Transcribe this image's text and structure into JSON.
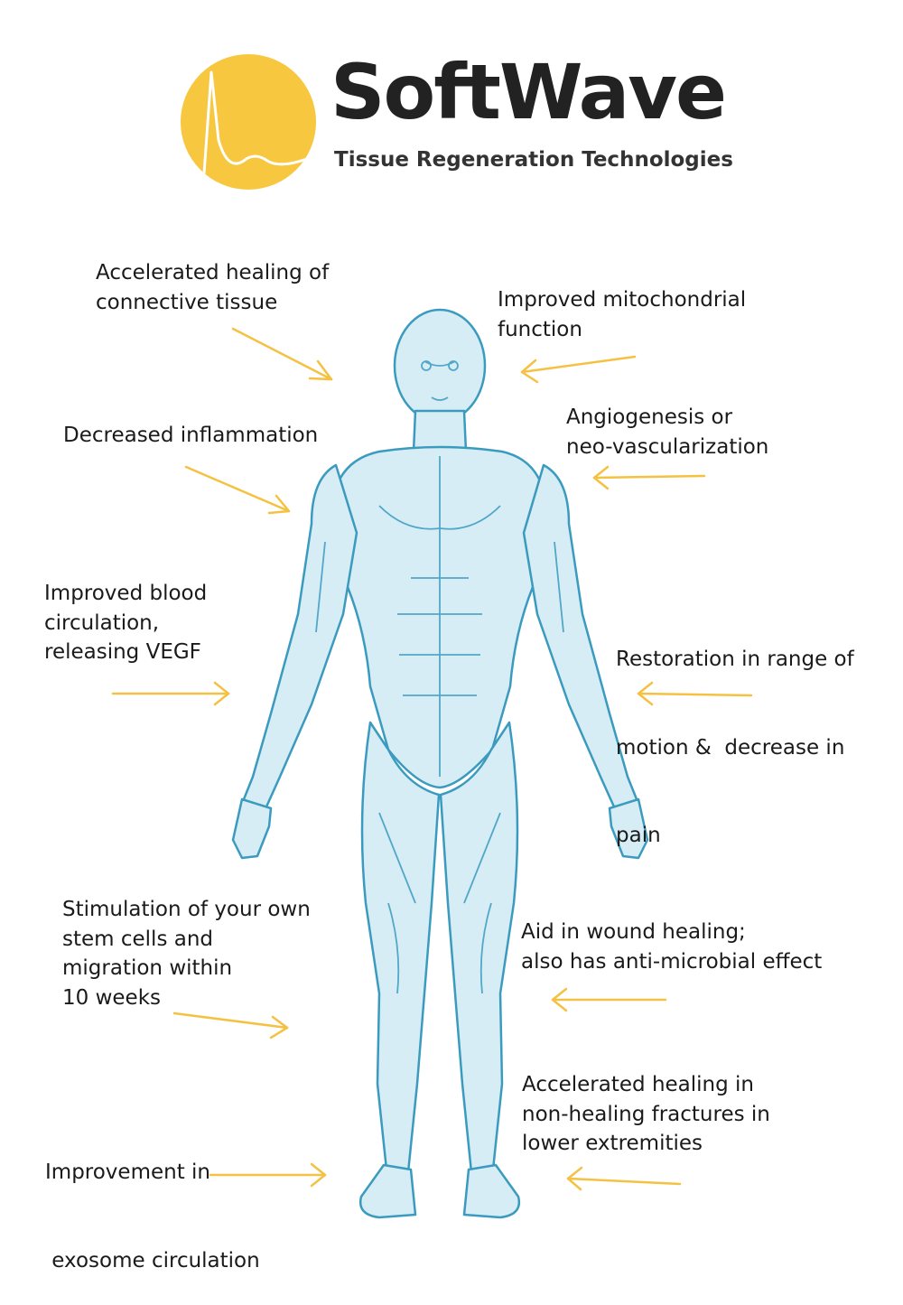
{
  "brand": {
    "name": "SoftWave",
    "tagline": "Tissue Regeneration Technologies",
    "accent_color": "#f7c73f",
    "logo_icon": "pulse-wave-icon"
  },
  "figure": {
    "icon": "human-anatomy-muscle-figure",
    "color": "#3a9bbf"
  },
  "benefits_left": [
    {
      "lines": [
        "Accelerated healing of",
        "connective tissue"
      ]
    },
    {
      "lines": [
        "Decreased inflammation"
      ]
    },
    {
      "lines": [
        "Improved blood",
        "circulation,",
        "releasing VEGF"
      ]
    },
    {
      "lines": [
        "Stimulation of your own",
        "stem cells and",
        "migration within",
        "10 weeks"
      ]
    },
    {
      "lines": [
        "Improvement in",
        " exosome circulation"
      ]
    }
  ],
  "benefits_right": [
    {
      "lines": [
        "Improved mitochondrial",
        "function"
      ]
    },
    {
      "lines": [
        "Angiogenesis or",
        "neo-vascularization"
      ]
    },
    {
      "lines": [
        "Restoration in range of",
        "motion &  decrease in",
        "pain"
      ]
    },
    {
      "lines": [
        "Aid in wound healing;",
        "also has anti-microbial effect"
      ]
    },
    {
      "lines": [
        "Accelerated healing in",
        "non-healing fractures in",
        "lower extremities"
      ]
    }
  ],
  "arrow_color": "#f5c142"
}
